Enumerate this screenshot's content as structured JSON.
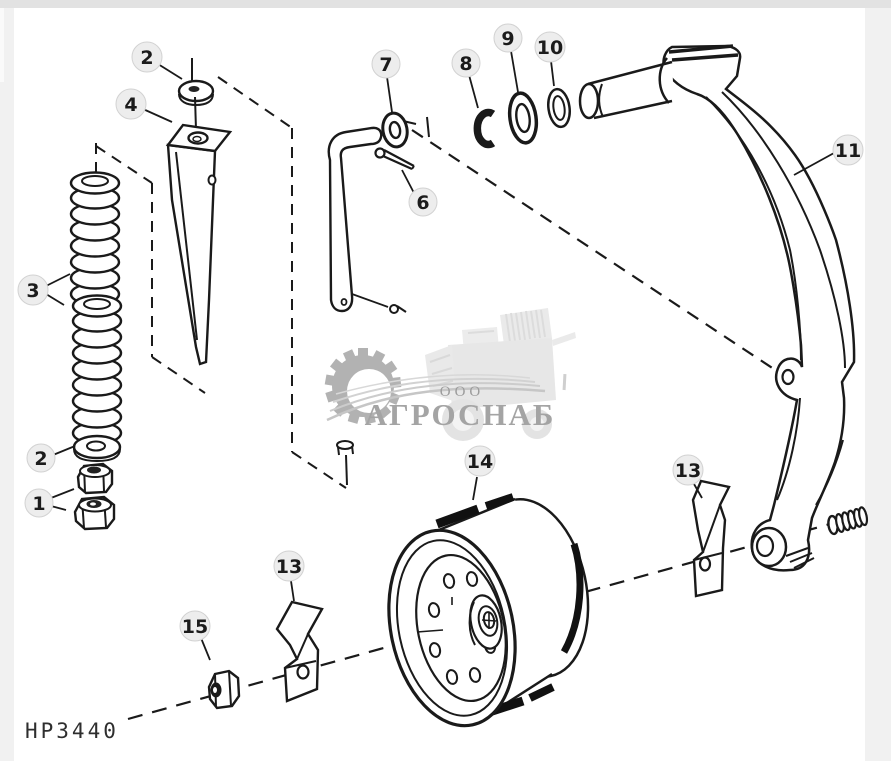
{
  "page": {
    "code_label": "HP3440"
  },
  "colors": {
    "background": "#f1f1f1",
    "canvas": "#ffffff",
    "topbar": "#e2e2e2",
    "line": "#1a1a1a",
    "callout_fill": "#ededed",
    "watermark_text": "#a4a4a4",
    "watermark_light": "#e6e6e6"
  },
  "watermark": {
    "org_form": "ООО",
    "company": "АГРОСНАБ"
  },
  "callouts": {
    "c1": "1",
    "c2a": "2",
    "c2b": "2",
    "c3": "3",
    "c4": "4",
    "c6": "6",
    "c7": "7",
    "c8": "8",
    "c9": "9",
    "c10": "10",
    "c11": "11",
    "c13a": "13",
    "c13b": "13",
    "c14": "14",
    "c15": "15"
  }
}
